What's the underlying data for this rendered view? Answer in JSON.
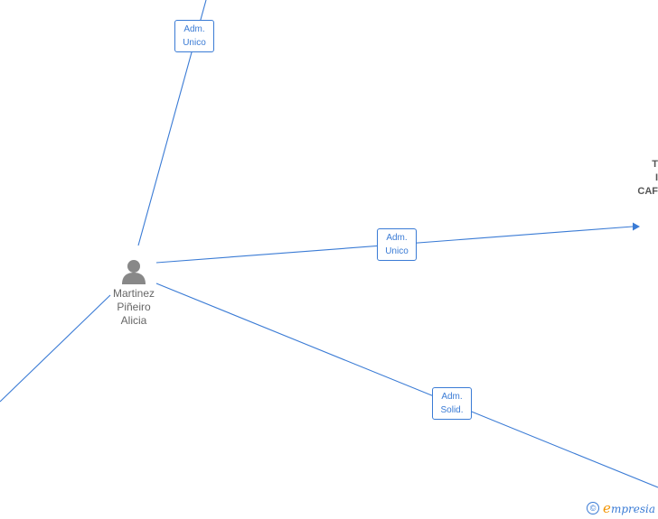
{
  "person": {
    "name_lines": [
      "Martinez",
      "Piñeiro",
      "Alicia"
    ],
    "icon": "person-icon"
  },
  "relations": [
    {
      "id": "rel-top",
      "lines": [
        "Adm.",
        "Unico"
      ]
    },
    {
      "id": "rel-right",
      "lines": [
        "Adm.",
        "Unico"
      ]
    },
    {
      "id": "rel-bottom",
      "lines": [
        "Adm.",
        "Solid."
      ]
    }
  ],
  "offscreen_node": {
    "lines": [
      "T",
      "I",
      "CAF"
    ]
  },
  "brand": {
    "copyright": "©",
    "initial": "e",
    "rest": "mpresia"
  },
  "colors": {
    "edge": "#3a7bd5",
    "person_icon": "#888888",
    "label_text": "#3a7bd5",
    "brand_accent": "#f29400"
  }
}
